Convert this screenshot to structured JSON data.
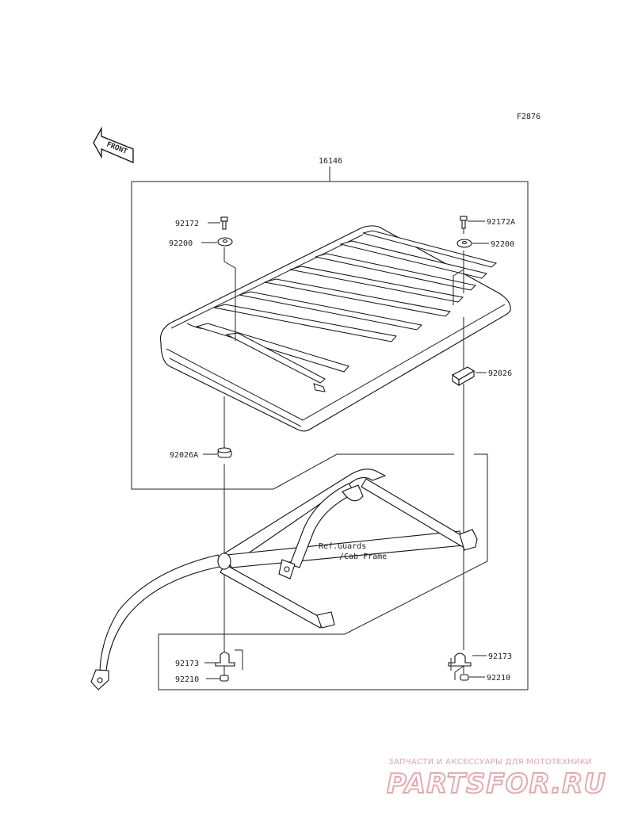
{
  "figure_code": "F2876",
  "front_label": "FRONT",
  "assembly_part": "16146",
  "parts": {
    "bolt_left": "92172",
    "bolt_right": "92172A",
    "washer_left": "92200",
    "washer_right": "92200",
    "spacer_right": "92026",
    "spacer_left": "92026A",
    "clamp_left": "92173",
    "clamp_right": "92173",
    "nut_left": "92210",
    "nut_right": "92210"
  },
  "reference": {
    "line1": "Ref.Guards",
    "line2": "/Cab Frame"
  },
  "watermark": {
    "tagline": "ЗАПЧАСТИ И АКСЕССУАРЫ ДЛЯ МОТОТЕХНИКИ",
    "brand": "PARTSFOR.RU"
  }
}
